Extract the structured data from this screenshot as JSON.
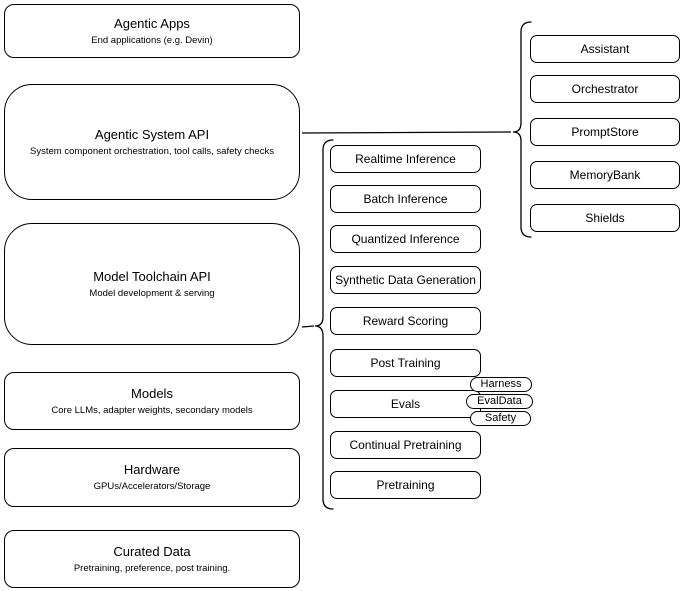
{
  "left_stack": [
    {
      "title": "Agentic Apps",
      "subtitle": "End applications (e.g. Devin)"
    },
    {
      "title": "Agentic System API",
      "subtitle": "System component orchestration, tool calls, safety checks"
    },
    {
      "title": "Model Toolchain API",
      "subtitle": "Model development & serving"
    },
    {
      "title": "Models",
      "subtitle": "Core LLMs, adapter weights, secondary models"
    },
    {
      "title": "Hardware",
      "subtitle": "GPUs/Accelerators/Storage"
    },
    {
      "title": "Curated Data",
      "subtitle": "Pretraining, preference, post training."
    }
  ],
  "toolchain_components": [
    "Realtime Inference",
    "Batch Inference",
    "Quantized Inference",
    "Synthetic Data Generation",
    "Reward Scoring",
    "Post Training",
    "Evals",
    "Continual Pretraining",
    "Pretraining"
  ],
  "eval_tags": [
    "Harness",
    "EvalData",
    "Safety"
  ],
  "system_components": [
    "Assistant",
    "Orchestrator",
    "PromptStore",
    "MemoryBank",
    "Shields"
  ],
  "colors": {
    "stroke": "#000000",
    "fill": "#ffffff",
    "text": "#000000"
  }
}
